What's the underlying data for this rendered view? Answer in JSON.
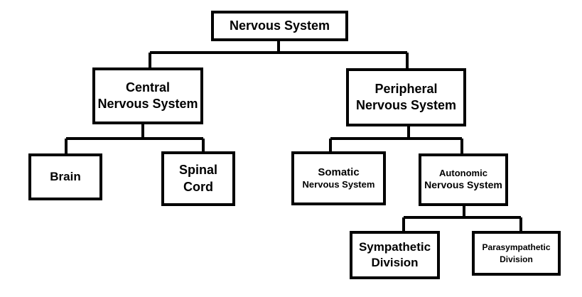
{
  "diagram": {
    "root": {
      "line1": "Nervous System"
    },
    "central": {
      "line1": "Central",
      "line2": "Nervous System"
    },
    "peripheral": {
      "line1": "Peripheral",
      "line2": "Nervous System"
    },
    "brain": {
      "line1": "Brain"
    },
    "spinal": {
      "line1": "Spinal",
      "line2": "Cord"
    },
    "somatic": {
      "line1": "Somatic",
      "line2": "Nervous System"
    },
    "autonomic": {
      "line1": "Autonomic",
      "line2": "Nervous System"
    },
    "sympathetic": {
      "line1": "Sympathetic",
      "line2": "Division"
    },
    "parasympathetic": {
      "line1": "Parasympathetic",
      "line2": "Division"
    }
  }
}
